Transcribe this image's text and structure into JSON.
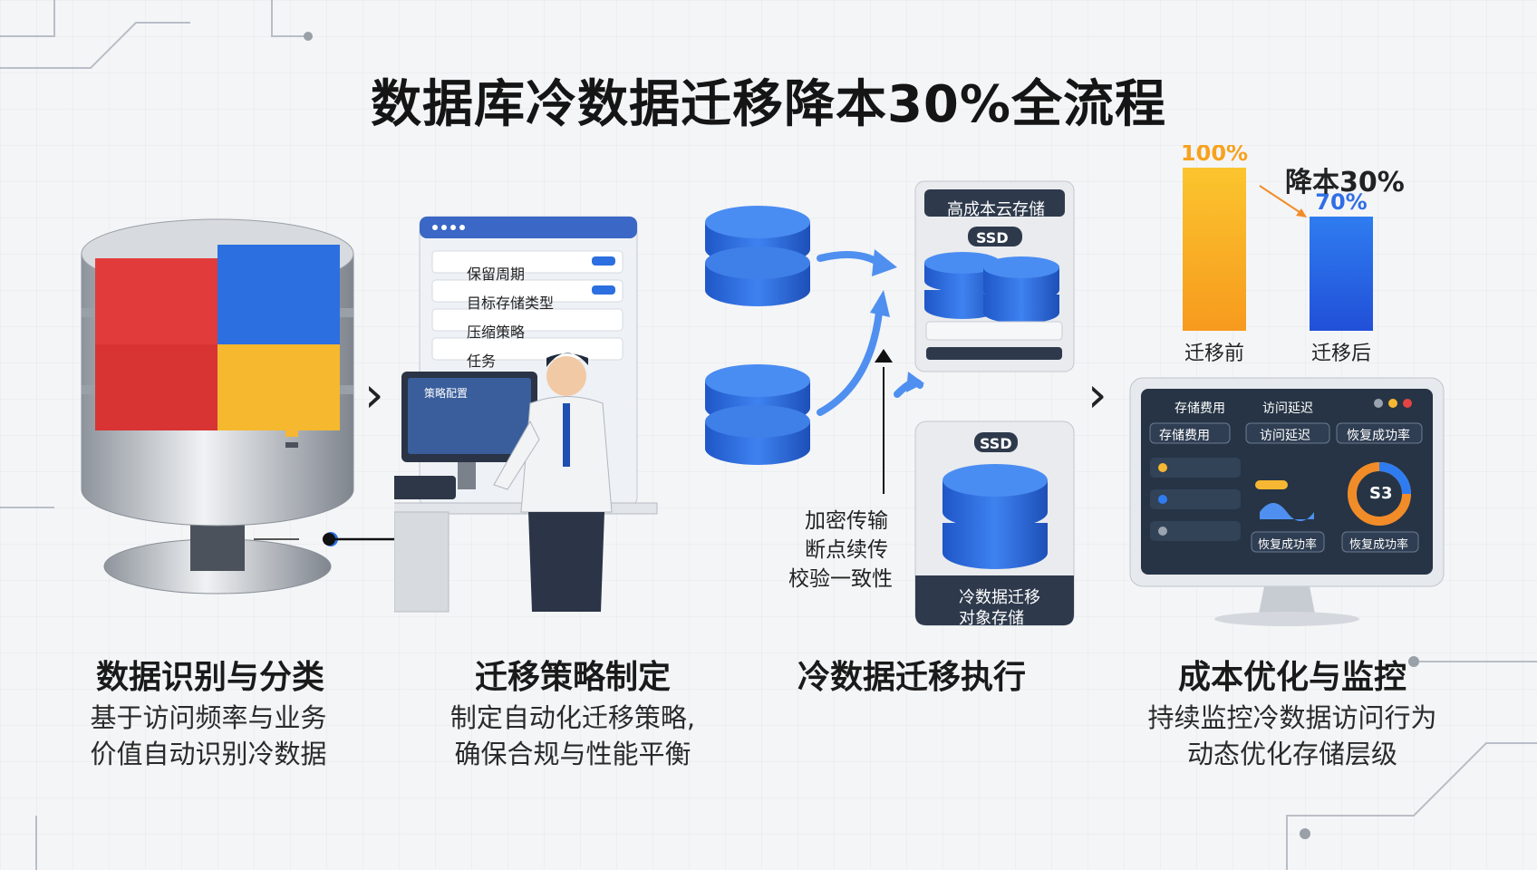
{
  "title": "数据库冷数据迁移降本30%全流程",
  "stages": [
    {
      "title": "数据识别与分类",
      "desc": [
        "基于访问频率与业务",
        "价值自动识别冷数据"
      ]
    },
    {
      "title": "迁移策略制定",
      "desc": [
        "制定自动化迁移策略,",
        "确保合规与性能平衡"
      ]
    },
    {
      "title": "冷数据迁移执行",
      "desc": []
    },
    {
      "title": "成本优化与监控",
      "desc": [
        "持续监控冷数据访问行为",
        "动态优化存储层级"
      ]
    }
  ],
  "policy_panel": {
    "items": [
      "保留周期",
      "目标存储类型",
      "压缩策略",
      "任务"
    ],
    "monitor_title": "策略配置"
  },
  "migration": {
    "hot_tier_label": "高成本云存储",
    "ssd_top": "SSD",
    "ssd_bottom": "SSD",
    "cold_tier_label": [
      "冷数据迁移",
      "对象存储"
    ],
    "transfer_notes": [
      "加密传输",
      "断点续传",
      "校验一致性"
    ]
  },
  "cost_chart": {
    "reduction_label": "降本30%"
  },
  "dashboard": {
    "header": [
      "存储费用",
      "访问延迟"
    ],
    "tabs": [
      "存储费用",
      "访问延迟",
      "恢复成功率"
    ],
    "bottom_buttons": [
      "恢复成功率",
      "恢复成功率"
    ],
    "gauge_label": "S3"
  },
  "colors": {
    "orange": "#f7b733",
    "blue": "#2f6ee6",
    "red": "#e54444",
    "yellow": "#f5b82e",
    "dark": "#263445"
  },
  "chart_data": {
    "type": "bar",
    "categories": [
      "迁移前",
      "迁移后"
    ],
    "values": [
      100,
      70
    ],
    "value_labels": [
      "100%",
      "70%"
    ],
    "ylim": [
      0,
      100
    ],
    "annotation": "降本30%"
  }
}
